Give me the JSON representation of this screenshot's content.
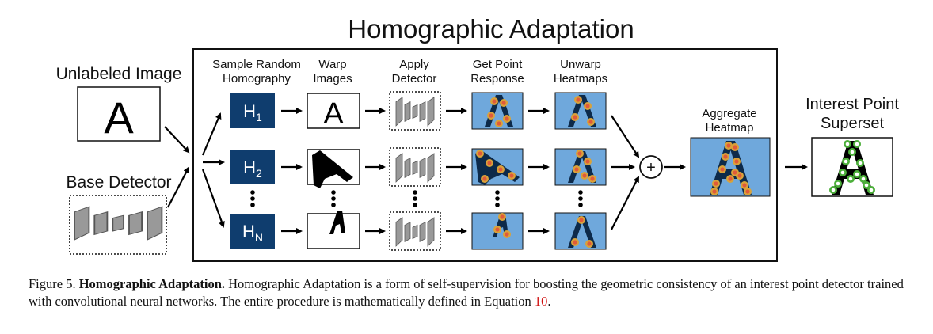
{
  "figure": {
    "title": "Homographic Adaptation",
    "unlabeled_image_label": "Unlabeled Image",
    "base_detector_label": "Base Detector",
    "output_label_line1": "Interest Point",
    "output_label_line2": "Superset",
    "aggregate_label_line1": "Aggregate",
    "aggregate_label_line2": "Heatmap",
    "input_glyph": "A",
    "columns": [
      {
        "line1": "Sample Random",
        "line2": "Homography"
      },
      {
        "line1": "Warp",
        "line2": "Images"
      },
      {
        "line1": "Apply",
        "line2": "Detector"
      },
      {
        "line1": "Get Point",
        "line2": "Response"
      },
      {
        "line1": "Unwarp",
        "line2": "Heatmaps"
      }
    ],
    "homographies": [
      {
        "base": "H",
        "sub": "1"
      },
      {
        "base": "H",
        "sub": "2"
      },
      {
        "base": "H",
        "sub": "N"
      }
    ],
    "sum_symbol": "+",
    "colors": {
      "homography_box": "#0f3d6e",
      "heatmap_bg": "#6fa8dc",
      "letter_dark": "#0d2a4a",
      "point_outer": "#d9a23a",
      "point_inner": "#e05a3a",
      "superset_point": "#4caf3a",
      "detector_gray": "#999999",
      "caption_ref": "#d01010"
    }
  },
  "caption": {
    "prefix": "Figure 5.",
    "bold_title": "Homographic Adaptation.",
    "text": "Homographic Adaptation is a form of self-supervision for boosting the geometric consistency of an interest point detector trained with convolutional neural networks. The entire procedure is mathematically defined in Equation",
    "equation_ref": "10",
    "end": "."
  }
}
